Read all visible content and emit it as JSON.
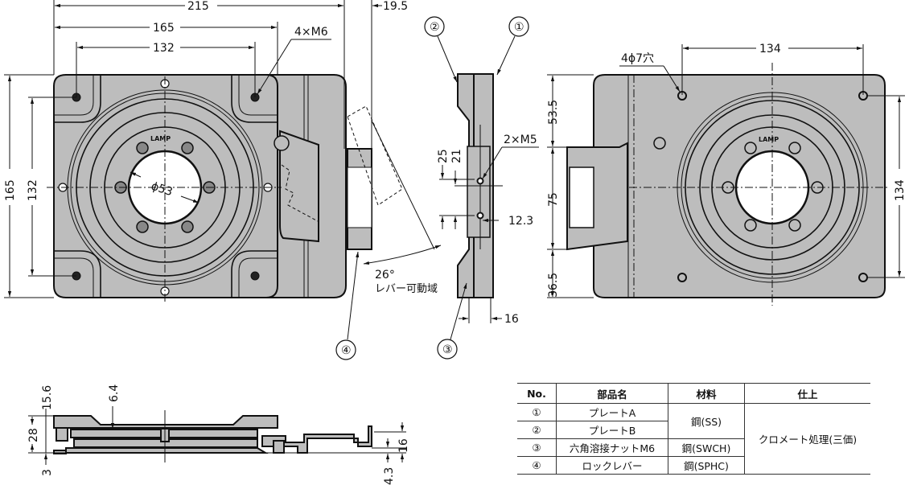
{
  "drawing": {
    "front_view": {
      "dims": {
        "overall_width": "215",
        "lever_offset": "19.5",
        "plate_width": "165",
        "bolt_pitch_h": "132",
        "plate_height": "165",
        "bolt_pitch_v": "132",
        "bore": "ϕ53"
      },
      "notes": {
        "bolts": "4×M6",
        "lever_angle": "26°",
        "lever_range": "レバー可動域"
      },
      "logo": "LAMP"
    },
    "side_view": {
      "dims": {
        "d25": "25",
        "d21": "21",
        "d12_3": "12.3",
        "d16": "16"
      },
      "notes": {
        "screws": "2×M5"
      }
    },
    "rear_view": {
      "dims": {
        "pitch_h": "134",
        "pitch_v": "134",
        "d53_5": "53.5",
        "d75": "75",
        "d36_5": "36.5"
      },
      "notes": {
        "holes": "4ϕ7穴"
      },
      "logo": "LAMP"
    },
    "section_view": {
      "dims": {
        "d15_6": "15.6",
        "d6_4": "6.4",
        "d28": "28",
        "d3": "3",
        "d16": "16",
        "d4_3": "4.3"
      }
    },
    "callouts": [
      "①",
      "②",
      "③",
      "④"
    ]
  },
  "parts_table": {
    "headers": [
      "No.",
      "部品名",
      "材料",
      "仕上"
    ],
    "rows": [
      {
        "no": "①",
        "name": "プレートA",
        "material": "鋼(SS)",
        "finish": "クロメート処理(三価)"
      },
      {
        "no": "②",
        "name": "プレートB",
        "material": "",
        "finish": ""
      },
      {
        "no": "③",
        "name": "六角溶接ナットM6",
        "material": "鋼(SWCH)",
        "finish": ""
      },
      {
        "no": "④",
        "name": "ロックレバー",
        "material": "鋼(SPHC)",
        "finish": ""
      }
    ]
  }
}
